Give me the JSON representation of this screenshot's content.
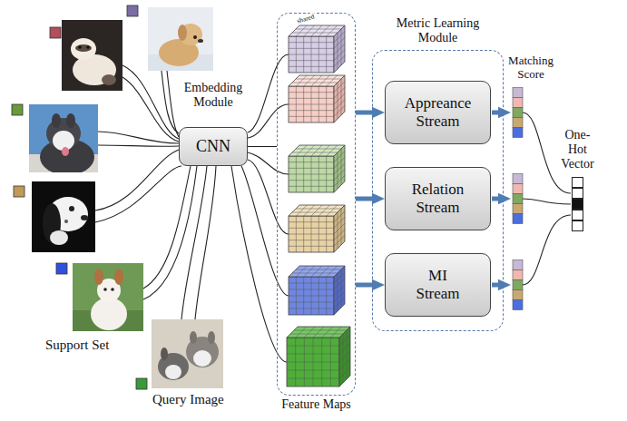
{
  "diagram": {
    "nodes": [
      {
        "text": [
          "Embedding Module",
          "CNN"
        ]
      },
      {
        "text": [
          "Feature Maps"
        ]
      },
      {
        "text": [
          "Metric Learning Module"
        ]
      },
      {
        "text": [
          "Appreance Stream"
        ],
        "in": 2
      },
      {
        "text": [
          "Relation Stream"
        ],
        "in": 2
      },
      {
        "text": [
          "MI Stream"
        ],
        "in": 2
      },
      {
        "text": [
          "One-Hot Vector"
        ]
      }
    ],
    "edges": [
      {
        "from": 0,
        "to": 1,
        "arrow": "none"
      },
      {
        "from": 1,
        "to": 3,
        "arrow": "to"
      },
      {
        "from": 1,
        "to": 4,
        "arrow": "to"
      },
      {
        "from": 1,
        "to": 5,
        "arrow": "to"
      }
    ],
    "labels": [
      "Support Set",
      "Query Image",
      "shared",
      "Matching Score"
    ]
  }
}
